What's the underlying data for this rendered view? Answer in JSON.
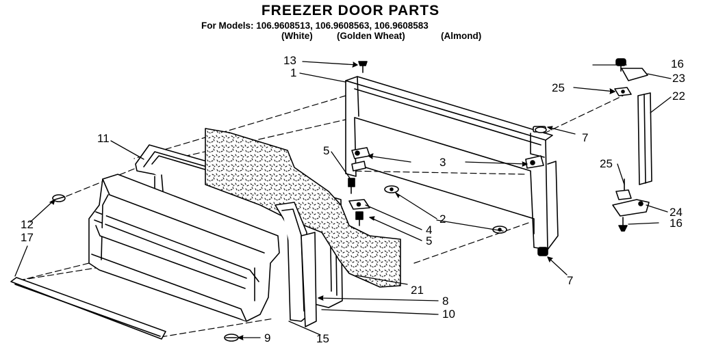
{
  "header": {
    "title": "FREEZER DOOR PARTS",
    "models": "For Models: 106.9608513, 106.9608563, 106.9608583",
    "finish_white": "(White)",
    "finish_golden": "(Golden Wheat)",
    "finish_almond": "(Almond)"
  },
  "colors": {
    "ink": "#000000",
    "paper": "#ffffff"
  },
  "callouts": {
    "c13": "13",
    "c1": "1",
    "c16a": "16",
    "c23": "23",
    "c25a": "25",
    "c22": "22",
    "c7a": "7",
    "c11": "11",
    "c5a": "5",
    "c3": "3",
    "c25b": "25",
    "c24": "24",
    "c16b": "16",
    "c12": "12",
    "c17": "17",
    "c2": "2",
    "c4": "4",
    "c5b": "5",
    "c7b": "7",
    "c21": "21",
    "c8": "8",
    "c10": "10",
    "c9": "9",
    "c15": "15"
  }
}
